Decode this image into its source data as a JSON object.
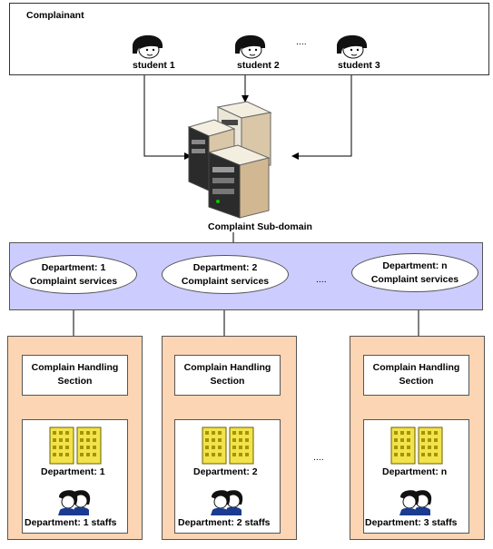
{
  "complainant": {
    "title": "Complainant",
    "students": [
      "student 1",
      "student 2",
      "student 3"
    ],
    "ellipsis": "...."
  },
  "server": {
    "label": "Complaint Sub-domain"
  },
  "departments_row": {
    "items": [
      {
        "line1": "Department: 1",
        "line2": "Complaint services"
      },
      {
        "line1": "Department: 2",
        "line2": "Complaint services"
      },
      {
        "line1": "Department: n",
        "line2": "Complaint services"
      }
    ],
    "ellipsis": "...."
  },
  "columns": {
    "items": [
      {
        "section_line1": "Complain Handling",
        "section_line2": "Section",
        "dept": "Department: 1",
        "staff": "Department: 1 staffs"
      },
      {
        "section_line1": "Complain Handling",
        "section_line2": "Section",
        "dept": "Department: 2",
        "staff": "Department: 2 staffs"
      },
      {
        "section_line1": "Complain Handling",
        "section_line2": "Section",
        "dept": "Department: n",
        "staff": "Department: 3 staffs"
      }
    ],
    "ellipsis": "...."
  },
  "colors": {
    "dept_band": "#ccccff",
    "column_fill": "#fcd5b4",
    "building": "#f2e34c",
    "person_hair": "#111111"
  }
}
